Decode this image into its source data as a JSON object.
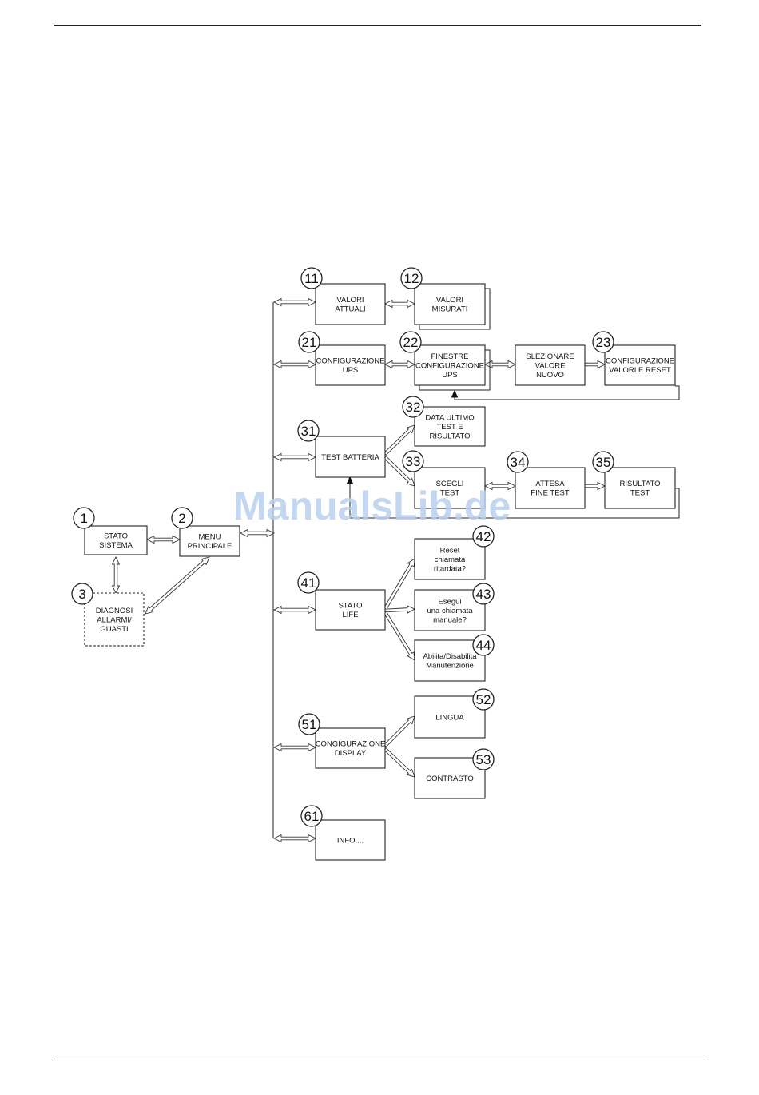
{
  "watermark": "ManualsLib.de",
  "nodes": {
    "n1": {
      "num": "1",
      "lines": [
        "STATO",
        "SISTEMA"
      ]
    },
    "n2": {
      "num": "2",
      "lines": [
        "MENU",
        "PRINCIPALE"
      ]
    },
    "n3": {
      "num": "3",
      "lines": [
        "DIAGNOSI",
        "ALLARMI/",
        "GUASTI"
      ]
    },
    "n11": {
      "num": "11",
      "lines": [
        "VALORI",
        "ATTUALI"
      ]
    },
    "n12": {
      "num": "12",
      "lines": [
        "VALORI",
        "MISURATI"
      ]
    },
    "n21": {
      "num": "21",
      "lines": [
        "CONFIGURAZIONE",
        "UPS"
      ]
    },
    "n22": {
      "num": "22",
      "lines": [
        "FINESTRE",
        "CONFIGURAZIONE",
        "UPS"
      ]
    },
    "nsel": {
      "num": "",
      "lines": [
        "SLEZIONARE",
        "VALORE",
        "NUOVO"
      ]
    },
    "n23": {
      "num": "23",
      "lines": [
        "CONFIGURAZIONE",
        "VALORI E RESET"
      ]
    },
    "n31": {
      "num": "31",
      "lines": [
        "TEST BATTERIA"
      ]
    },
    "n32": {
      "num": "32",
      "lines": [
        "DATA ULTIMO",
        "TEST E",
        "RISULTATO"
      ]
    },
    "n33": {
      "num": "33",
      "lines": [
        "SCEGLI",
        "TEST"
      ]
    },
    "n34": {
      "num": "34",
      "lines": [
        "ATTESA",
        "FINE TEST"
      ]
    },
    "n35": {
      "num": "35",
      "lines": [
        "RISULTATO",
        "TEST"
      ]
    },
    "n41": {
      "num": "41",
      "lines": [
        "STATO",
        "LIFE"
      ]
    },
    "n42": {
      "num": "42",
      "lines": [
        "Reset",
        "chiamata",
        "ritardata?"
      ]
    },
    "n43": {
      "num": "43",
      "lines": [
        "Esegui",
        "una chiamata",
        "manuale?"
      ]
    },
    "n44": {
      "num": "44",
      "lines": [
        "Abilita/Disabilita",
        "Manutenzione"
      ]
    },
    "n51": {
      "num": "51",
      "lines": [
        "CONGIGURAZIONE",
        "DISPLAY"
      ]
    },
    "n52": {
      "num": "52",
      "lines": [
        "LINGUA"
      ]
    },
    "n53": {
      "num": "53",
      "lines": [
        "CONTRASTO"
      ]
    },
    "n61": {
      "num": "61",
      "lines": [
        "INFO...."
      ]
    }
  }
}
